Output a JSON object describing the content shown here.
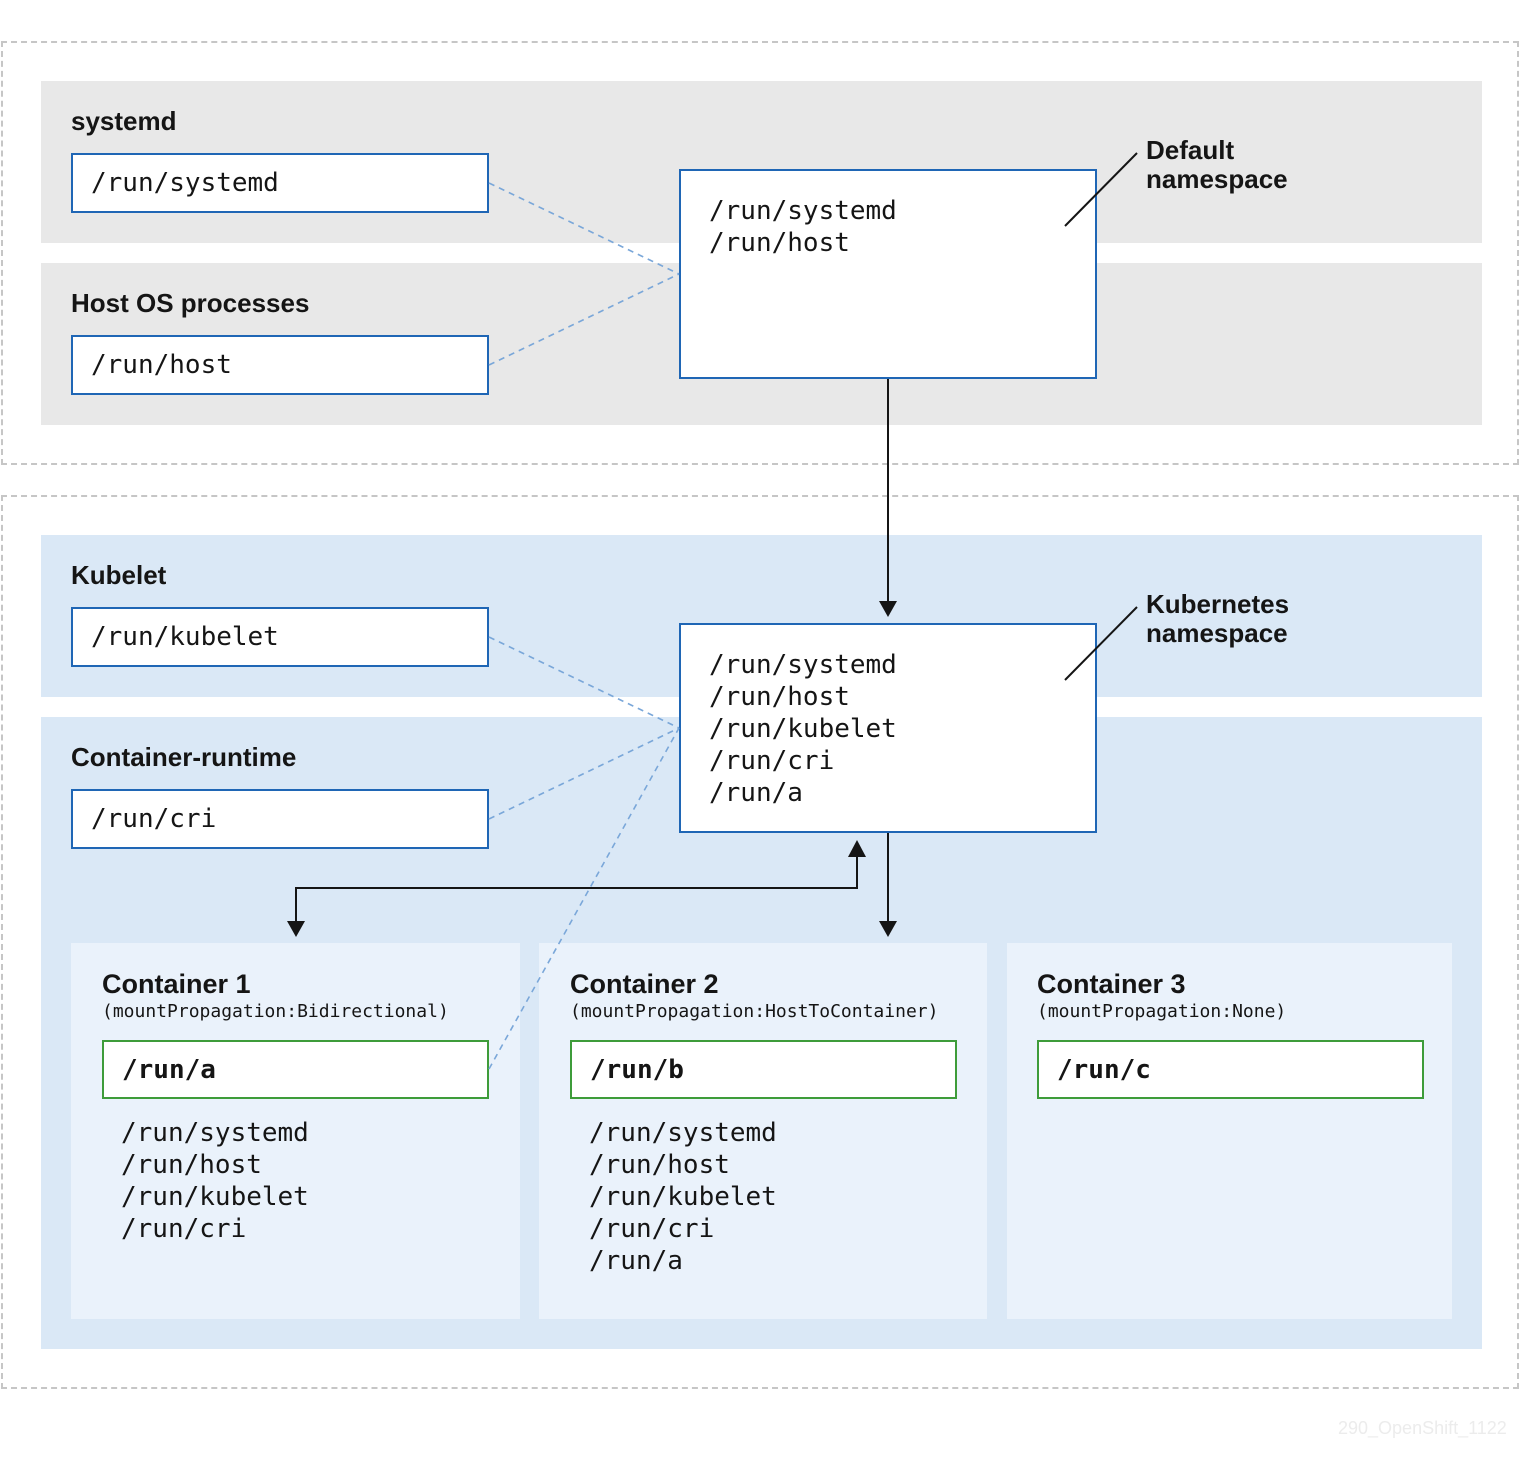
{
  "host_group": {
    "systemd": {
      "title": "systemd",
      "path": "/run/systemd"
    },
    "host_os": {
      "title": "Host OS processes",
      "path": "/run/host"
    },
    "default_namespace": {
      "label_line1": "Default",
      "label_line2": "namespace",
      "mounts": [
        "/run/systemd",
        "/run/host"
      ]
    }
  },
  "kube_group": {
    "kubelet": {
      "title": "Kubelet",
      "path": "/run/kubelet"
    },
    "runtime": {
      "title": "Container-runtime",
      "path": "/run/cri"
    },
    "kubernetes_namespace": {
      "label_line1": "Kubernetes",
      "label_line2": "namespace",
      "mounts": [
        "/run/systemd",
        "/run/host",
        "/run/kubelet",
        "/run/cri",
        "/run/a"
      ]
    },
    "containers": [
      {
        "title": "Container 1",
        "propagation": "(mountPropagation:Bidirectional)",
        "mount": "/run/a",
        "visible_mounts": [
          "/run/systemd",
          "/run/host",
          "/run/kubelet",
          "/run/cri"
        ]
      },
      {
        "title": "Container 2",
        "propagation": "(mountPropagation:HostToContainer)",
        "mount": "/run/b",
        "visible_mounts": [
          "/run/systemd",
          "/run/host",
          "/run/kubelet",
          "/run/cri",
          "/run/a"
        ]
      },
      {
        "title": "Container 3",
        "propagation": "(mountPropagation:None)",
        "mount": "/run/c",
        "visible_mounts": []
      }
    ]
  },
  "colors": {
    "box_border": "#1f66b5",
    "mount_border": "#3e9c3a",
    "dashed_link": "#7aa7d9",
    "arrow": "#151515"
  },
  "watermark": "290_OpenShift_1122"
}
